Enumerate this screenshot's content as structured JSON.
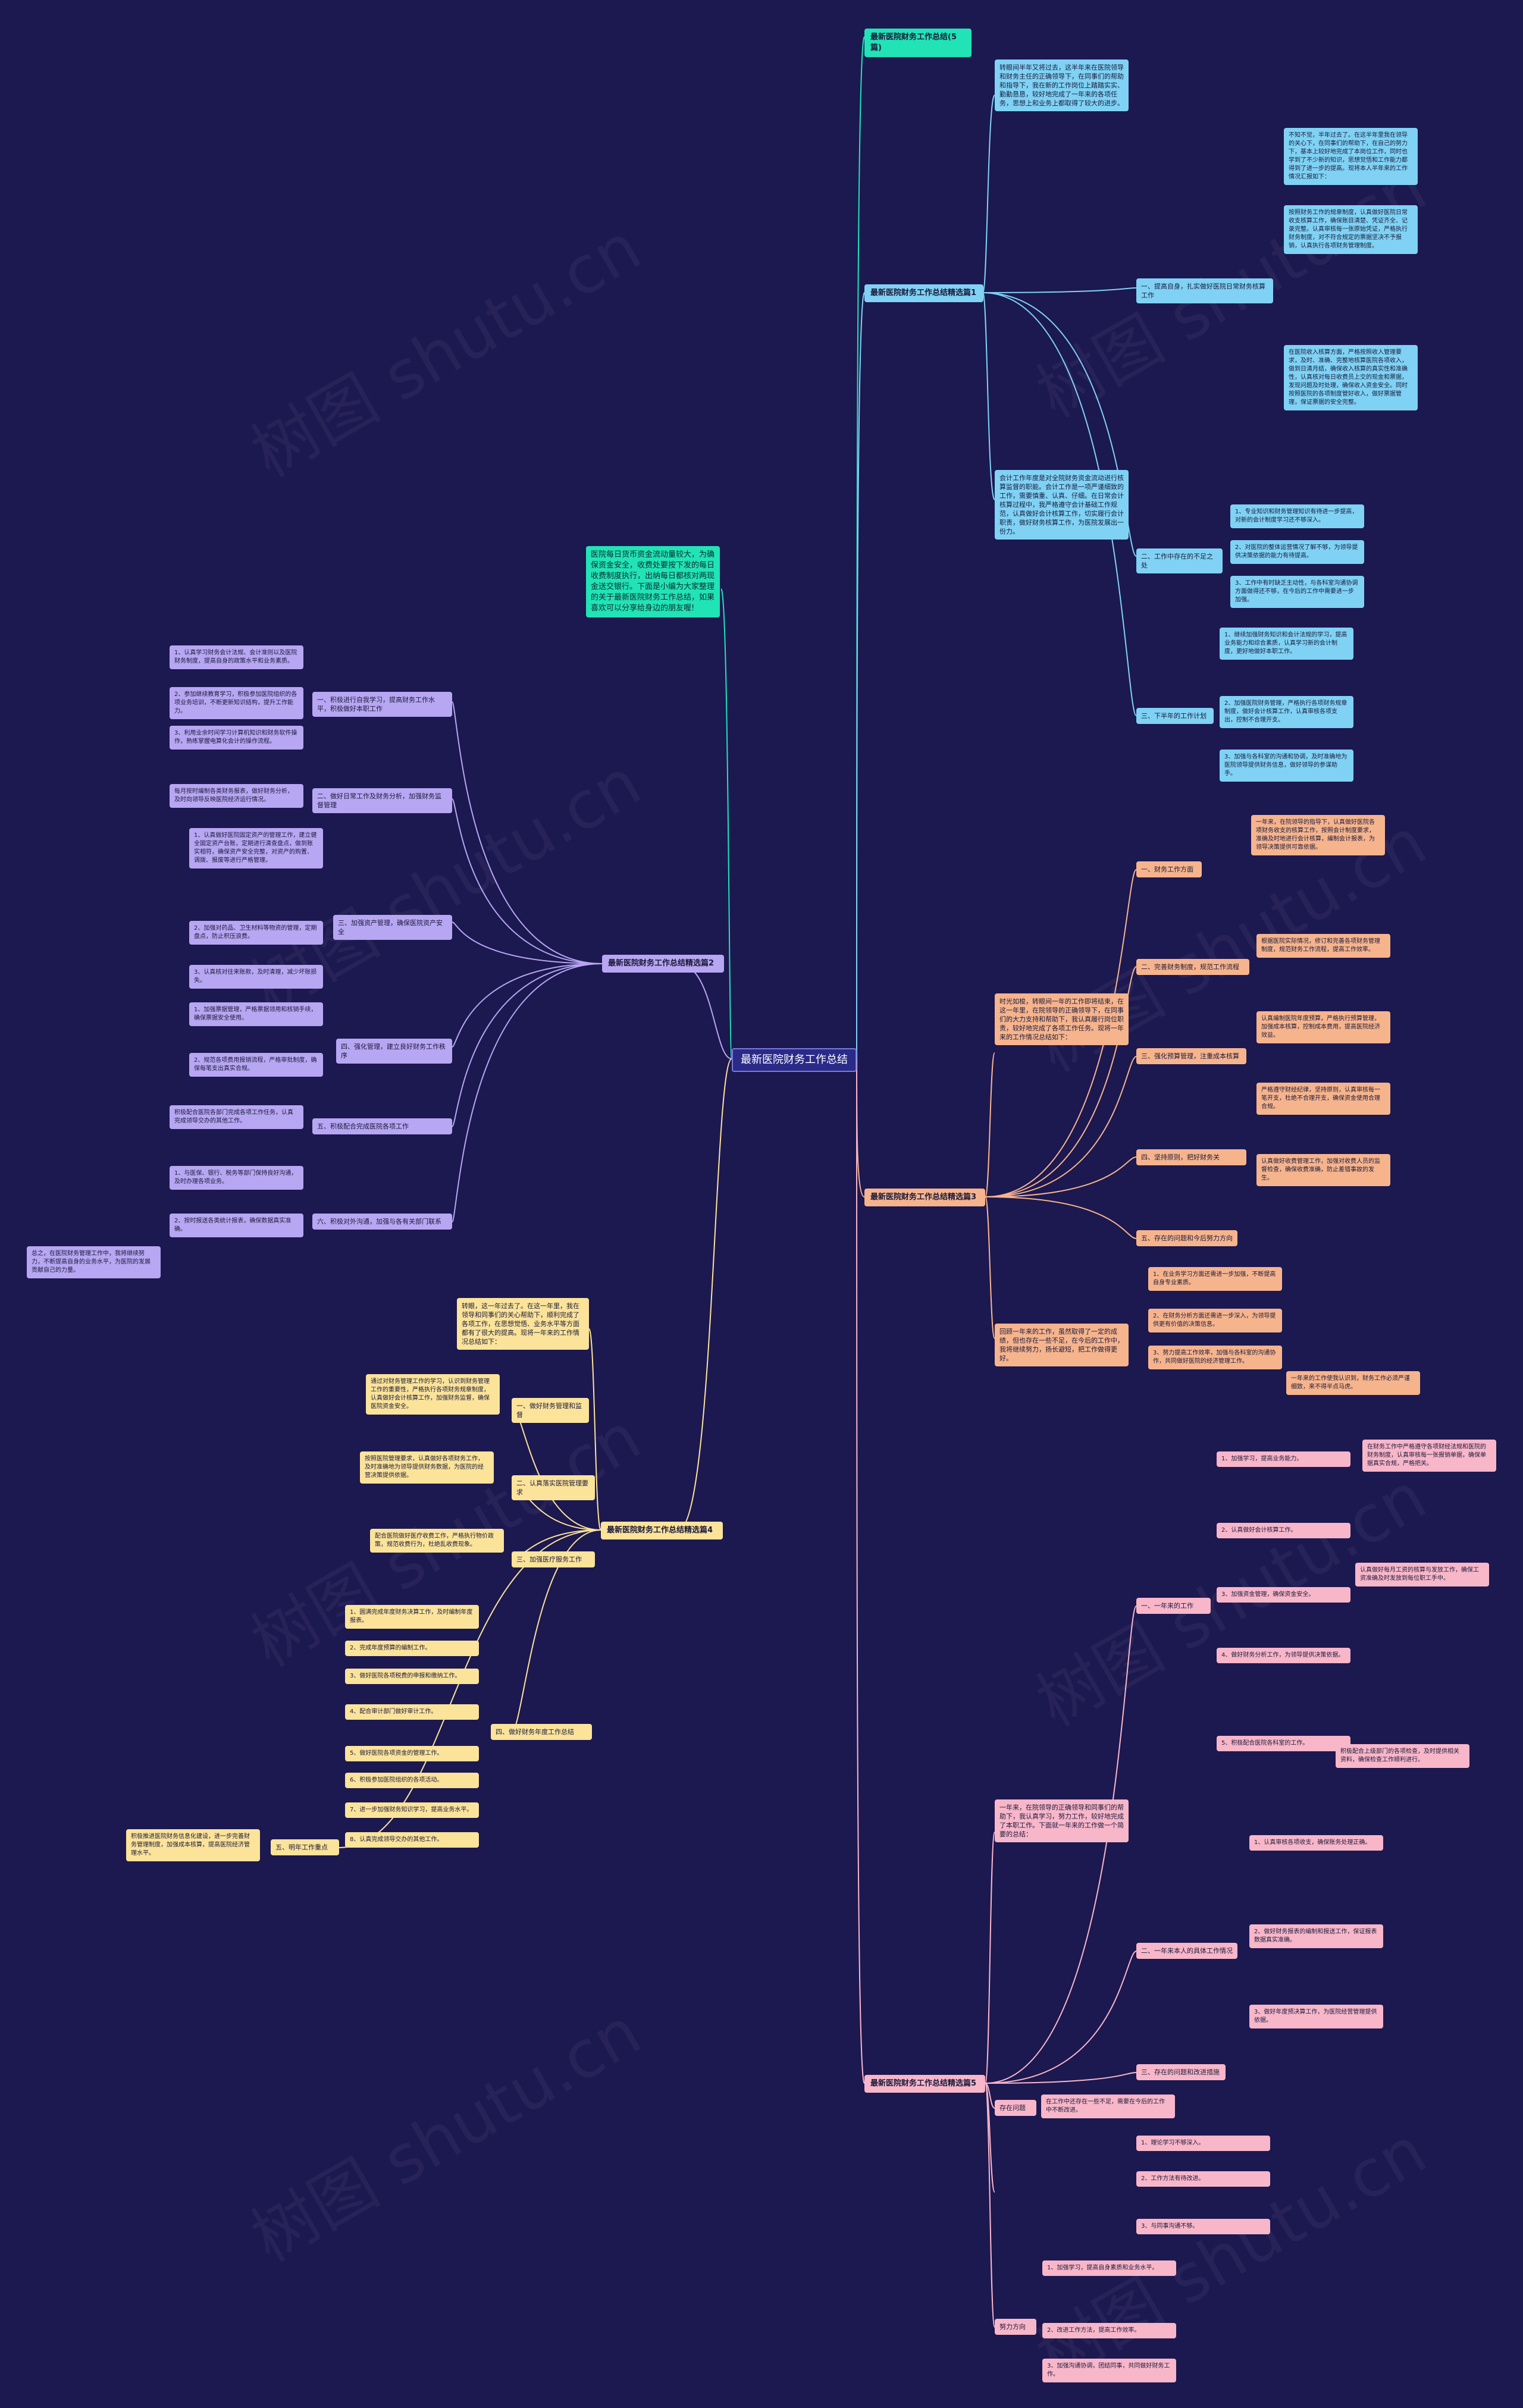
{
  "colors": {
    "background": "#1c1850",
    "cyan": "#21e3b6",
    "blue": "#7fd2f4",
    "purple": "#b7a6f2",
    "orange": "#f6b48d",
    "yellow": "#fbe39a",
    "pink": "#f8b6c9"
  },
  "watermark": "树图 shutu.cn",
  "root": "最新医院财务工作总结",
  "intro": "医院每日货币资金流动量较大，为确保资金安全，收费处要按下发的每日收费制度执行，出纳每日都核对两现金送交银行。下面是小编为大家整理的关于最新医院财务工作总结，如果喜欢可以分享给身边的朋友喔!",
  "branches": {
    "b1": {
      "title": "最新医院财务工作总结(5篇)"
    },
    "b2": {
      "title": "最新医院财务工作总结精选篇1",
      "intro": "转眼间半年又将过去，这半年来在医院领导和财务主任的正确领导下，在同事们的帮助和指导下，我在新的工作岗位上踏踏实实、勤勤恳恳，较好地完成了一年来的各项任务，思想上和业务上都取得了较大的进步。",
      "summary": "会计工作年度是对全院财务资金流动进行核算监督的职能。会计工作是一项严谨细致的工作，需要慎重、认真、仔细。在日常会计核算过程中，我严格遵守会计基础工作规范，认真做好会计核算工作，切实履行会计职责，做好财务核算工作，为医院发展出一份力。",
      "s1": "一、提高自身，扎实做好医院日常财务核算工作",
      "s1_leaves": [
        "不知不觉，半年过去了。在这半年里我在领导的关心下，在同事们的帮助下，在自己的努力下，基本上较好地完成了本岗位工作，同时也学到了不少新的知识，思想觉悟和工作能力都得到了进一步的提高。现将本人半年来的工作情况汇报如下：",
        "按照财务工作的规章制度，认真做好医院日常收支核算工作，确保账目清楚、凭证齐全、记录完整。认真审核每一张原始凭证，严格执行财务制度，对不符合规定的票据坚决不予报销，认真执行各项财务管理制度。",
        "在医院收入核算方面，严格按照收入管理要求，及时、准确、完整地核算医院各项收入，做到日清月结，确保收入核算的真实性和准确性，认真核对每日收费员上交的现金和票据，发现问题及时处理，确保收入资金安全。同时按照医院的各项制度管好收入，做好票据管理，保证票据的安全完整。"
      ],
      "s2": "二、工作中存在的不足之处",
      "s2_leaves": [
        "1、专业知识和财务管理知识有待进一步提高，对新的会计制度学习还不够深入。",
        "2、对医院的整体运营情况了解不够，为领导提供决策依据的能力有待提高。",
        "3、工作中有时缺乏主动性，与各科室沟通协调方面做得还不够，在今后的工作中需要进一步加强。"
      ],
      "s3": "三、下半年的工作计划",
      "s3_leaves": [
        "1、继续加强财务知识和会计法规的学习，提高业务能力和综合素质，认真学习新的会计制度，更好地做好本职工作。",
        "2、加强医院财务管理，严格执行各项财务规章制度，做好会计核算工作，认真审核各项支出，控制不合理开支。",
        "3、加强与各科室的沟通和协调，及时准确地为医院领导提供财务信息，做好领导的参谋助手。"
      ]
    },
    "b3": {
      "title": "最新医院财务工作总结精选篇2",
      "s1": "一、积极进行自我学习，提高财务工作水平，积极做好本职工作",
      "s1_leaves": [
        "1、认真学习财务会计法规、会计准则以及医院财务制度，提高自身的政策水平和业务素质。",
        "2、参加继续教育学习，积极参加医院组织的各项业务培训，不断更新知识结构，提升工作能力。",
        "3、利用业余时间学习计算机知识和财务软件操作，熟练掌握电算化会计的操作流程。"
      ],
      "s2": "二、做好日常工作及财务分析，加强财务监督管理",
      "s2_leaves": [
        "每月按时编制各类财务报表，做好财务分析，及时向领导反映医院经济运行情况。"
      ],
      "s3": "三、加强资产管理，确保医院资产安全",
      "s3_leaves": [
        "1、认真做好医院固定资产的管理工作，建立健全固定资产台账，定期进行清查盘点，做到账实相符，确保资产安全完整，对资产的购置、调拨、报废等进行严格管理。",
        "2、加强对药品、卫生材料等物资的管理，定期盘点，防止积压浪费。",
        "3、认真核对往来账款，及时清理，减少坏账损失。"
      ],
      "s4": "四、强化管理，建立良好财务工作秩序",
      "s4_leaves": [
        "1、加强票据管理，严格票据领用和核销手续，确保票据安全使用。",
        "2、规范各项费用报销流程，严格审批制度，确保每笔支出真实合规。"
      ],
      "s5": "五、积极配合完成医院各项工作",
      "s5_leaves": [
        "积极配合医院各部门完成各项工作任务，认真完成领导交办的其他工作。"
      ],
      "s6": "六、积极对外沟通，加强与各有关部门联系",
      "s6_leaves": [
        "1、与医保、银行、税务等部门保持良好沟通，及时办理各项业务。",
        "2、按时报送各类统计报表，确保数据真实准确。"
      ],
      "s6_extra": "总之，在医院财务管理工作中，我将继续努力，不断提高自身的业务水平，为医院的发展贡献自己的力量。"
    },
    "b4": {
      "title": "最新医院财务工作总结精选篇3",
      "intro": "时光如梭，转眼间一年的工作即将结束，在这一年里，在院领导的正确领导下，在同事们的大力支持和帮助下，我认真履行岗位职责，较好地完成了各项工作任务。现将一年来的工作情况总结如下：",
      "s1": "一、财务工作方面",
      "s1_leaves": [
        "一年来，在院领导的指导下，认真做好医院各项财务收支的核算工作，按照会计制度要求，准确及时地进行会计核算，编制会计报表，为领导决策提供可靠依据。"
      ],
      "s2": "二、完善财务制度，规范工作流程",
      "s2_leaves": [
        "根据医院实际情况，修订和完善各项财务管理制度，规范财务工作流程，提高工作效率。"
      ],
      "s3": "三、强化预算管理，注重成本核算",
      "s3_leaves": [
        "认真编制医院年度预算，严格执行预算管理，加强成本核算，控制成本费用，提高医院经济效益。"
      ],
      "s4": "四、坚持原则，把好财务关",
      "s4_leaves": [
        "严格遵守财经纪律，坚持原则，认真审核每一笔开支，杜绝不合理开支，确保资金使用合理合规。",
        "认真做好收费管理工作，加强对收费人员的监督检查，确保收费准确，防止差错事故的发生。"
      ],
      "s5": "五、存在的问题和今后努力方向",
      "summary": "回顾一年来的工作，虽然取得了一定的成绩，但也存在一些不足，在今后的工作中，我将继续努力，扬长避短，把工作做得更好。",
      "s5_leaves": [
        "1、在业务学习方面还需进一步加强，不断提高自身专业素质。",
        "2、在财务分析方面还需进一步深入，为领导提供更有价值的决策信息。"
      ],
      "s5_extra": [
        "3、努力提高工作效率，加强与各科室的沟通协作，共同做好医院的经济管理工作。",
        "一年来的工作使我认识到，财务工作必须严谨细致，来不得半点马虎。"
      ]
    },
    "b5": {
      "title": "最新医院财务工作总结精选篇4",
      "intro": "转眼，这一年过去了。在这一年里，我在领导和同事们的关心帮助下，顺利完成了各项工作，在思想觉悟、业务水平等方面都有了很大的提高。现将一年来的工作情况总结如下：",
      "s1": "一、做好财务管理和监督",
      "s1_leaves": [
        "通过对财务管理工作的学习，认识到财务管理工作的重要性，严格执行各项财务规章制度，认真做好会计核算工作，加强财务监督，确保医院资金安全。"
      ],
      "s2": "二、认真落实医院管理要求",
      "s2_leaves": [
        "按照医院管理要求，认真做好各项财务工作，及时准确地为领导提供财务数据，为医院的经营决策提供依据。"
      ],
      "s3": "三、加强医疗服务工作",
      "s3_leaves": [
        "配合医院做好医疗收费工作，严格执行物价政策，规范收费行为，杜绝乱收费现象。"
      ],
      "s4": "四、做好财务年度工作总结",
      "s4_leaves": [
        "1、圆满完成年度财务决算工作，及时编制年度报表。",
        "2、完成年度预算的编制工作。",
        "3、做好医院各项税费的申报和缴纳工作。",
        "4、配合审计部门做好审计工作。",
        "5、做好医院各项资金的管理工作。",
        "6、积极参加医院组织的各项活动。",
        "7、进一步加强财务知识学习，提高业务水平。",
        "8、认真完成领导交办的其他工作。"
      ],
      "s5": "五、明年工作重点",
      "s5_leaves": [
        "积极推进医院财务信息化建设，进一步完善财务管理制度，加强成本核算，提高医院经济管理水平。"
      ]
    },
    "b6": {
      "title": "最新医院财务工作总结精选篇5",
      "intro": "一年来，在院领导的正确领导和同事们的帮助下，我认真学习，努力工作，较好地完成了本职工作。下面就一年来的工作做一个简要的总结：",
      "s1": "一、一年来的工作",
      "s1_leaves": [
        "1、加强学习，提高业务能力。",
        "2、认真做好会计核算工作。",
        "3、加强资金管理，确保资金安全。",
        "4、做好财务分析工作，为领导提供决策依据。",
        "5、积极配合医院各科室的工作。"
      ],
      "s1_extra": [
        "在财务工作中严格遵守各项财经法规和医院的财务制度，认真审核每一张报销单据，确保单据真实合规，严格把关。",
        "认真做好每月工资的核算与发放工作，确保工资准确及时发放到每位职工手中。",
        "积极配合上级部门的各项检查，及时提供相关资料，确保检查工作顺利进行。"
      ],
      "s2": "二、一年来本人的具体工作情况",
      "s2_leaves": [
        "1、认真审核各项收支，确保账务处理正确。",
        "2、做好财务报表的编制和报送工作，保证报表数据真实准确。",
        "3、做好年度预决算工作，为医院经营管理提供依据。"
      ],
      "s3": "三、存在的问题和改进措施",
      "s3_intro": "在工作中还存在一些不足，需要在今后的工作中不断改进。",
      "s4": "存在问题",
      "s4_leaves": [
        "1、理论学习不够深入。",
        "2、工作方法有待改进。",
        "3、与同事沟通不够。"
      ],
      "s5": "努力方向",
      "s5_leaves": [
        "1、加强学习，提高自身素质和业务水平。",
        "2、改进工作方法，提高工作效率。",
        "3、加强沟通协调，团结同事，共同做好财务工作。"
      ]
    }
  }
}
